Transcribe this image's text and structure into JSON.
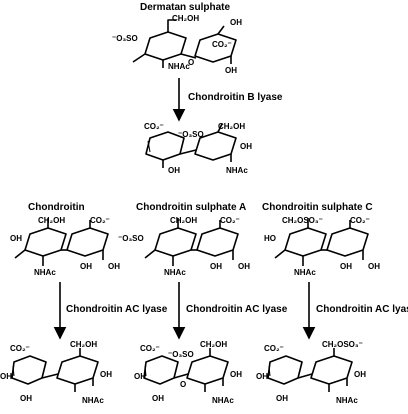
{
  "compounds": {
    "dermatan": "Dermatan sulphate",
    "chondroitin": "Chondroitin",
    "chondroitin_a": "Chondroitin sulphate A",
    "chondroitin_c": "Chondroitin sulphate C"
  },
  "enzymes": {
    "b_lyase": "Chondroitin B lyase",
    "ac_lyase_1": "Chondroitin AC lyase",
    "ac_lyase_2": "Chondroitin AC lyase",
    "ac_lyase_3": "Chondroitin AC lyase"
  },
  "groups": {
    "ch2oh": "CH₂OH",
    "ch2oso3": "CH₂OSO₃⁻",
    "co2": "CO₂⁻",
    "oso3": "⁻O₃SO",
    "oh": "OH",
    "ho": "HO",
    "nhac": "NHAc",
    "o": "O"
  },
  "colors": {
    "ink": "#000000",
    "background": "#ffffff"
  }
}
